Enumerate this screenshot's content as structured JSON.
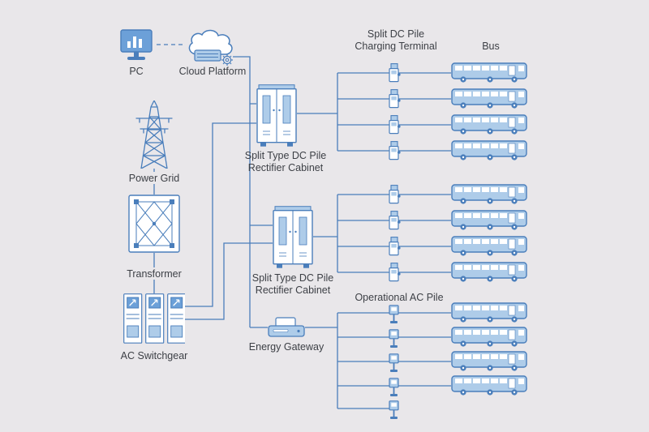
{
  "page": {
    "background_color": "#e9e7ea",
    "kind": "ev-bus-charging-system-architecture-diagram"
  },
  "colors": {
    "primary_blue": "#4a7ebb",
    "light_fill": "#aecce9",
    "medium_fill": "#6ca0d8",
    "text": "#3d4046"
  },
  "nodes": {
    "pc": {
      "label": "PC"
    },
    "cloud_platform": {
      "label": "Cloud Platform"
    },
    "power_grid": {
      "label": "Power Grid"
    },
    "transformer": {
      "label": "Transformer"
    },
    "ac_switchgear": {
      "label": "AC Switchgear"
    },
    "rectifier_cabinet_1": {
      "label_line1": "Split Type DC Pile",
      "label_line2": "Rectifier Cabinet"
    },
    "rectifier_cabinet_2": {
      "label_line1": "Split Type DC Pile",
      "label_line2": "Rectifier Cabinet"
    },
    "energy_gateway": {
      "label": "Energy Gateway"
    }
  },
  "columns": {
    "dc_terminals": {
      "label_line1": "Split DC Pile",
      "label_line2": "Charging Terminal",
      "group1_count": 4,
      "group2_count": 4
    },
    "ac_piles": {
      "label": "Operational AC Pile",
      "count": 5
    },
    "buses": {
      "label": "Bus",
      "group1_count": 4,
      "group2_count": 4,
      "group3_count": 4
    }
  }
}
